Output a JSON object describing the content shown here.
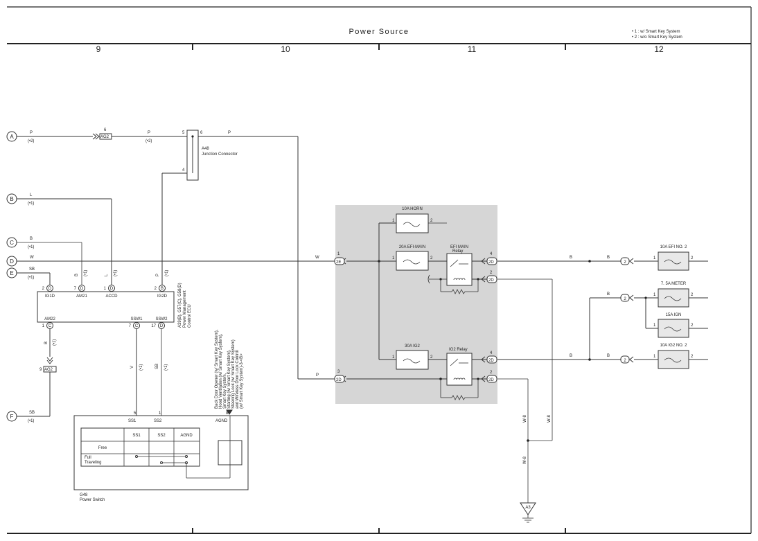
{
  "header": {
    "title": "Power Source",
    "notes": [
      "• 1 : w/ Smart Key System",
      "• 2 : w/o Smart Key System"
    ],
    "columns": [
      "9",
      "10",
      "11",
      "12"
    ]
  },
  "terminals": [
    "A",
    "B",
    "C",
    "D",
    "E",
    "F"
  ],
  "wires": {
    "P": "P",
    "L": "L",
    "B": "B",
    "W": "W",
    "SB": "SB",
    "V": "V",
    "W8": "W-8",
    "n1": "(•1)",
    "n2": "(•2)"
  },
  "connectors": {
    "ag2": "AG2",
    "a48": "A48",
    "a48_desc": "Junction Connector",
    "pins": {
      "six": "6",
      "five": "5",
      "four": "4",
      "one": "1",
      "two": "2",
      "three": "3",
      "seven": "7",
      "nine": "9",
      "eight": "8",
      "seventeen": "17"
    },
    "j2e": "2E",
    "j2d": "2D",
    "j2": "2",
    "ground": "A3"
  },
  "ecu": {
    "pins_top": [
      {
        "num": "2",
        "letter": "D",
        "name": "IG1D"
      },
      {
        "num": "7",
        "letter": "D",
        "name": "AM21"
      },
      {
        "num": "1",
        "letter": "D",
        "name": "ACCD"
      },
      {
        "num": "2",
        "letter": "B",
        "name": "IG2D"
      }
    ],
    "pins_bottom": [
      {
        "num": "1",
        "letter": "C",
        "name": "AM22"
      },
      {
        "num": "7",
        "letter": "C",
        "name": "SSW1"
      },
      {
        "num": "17",
        "letter": "D",
        "name": "SSW2"
      }
    ],
    "label_lines": [
      "A39(B), G57(C), G58(D)",
      "Power Management",
      "Control ECU"
    ]
  },
  "power_switch": {
    "id": "G48",
    "name": "Power Switch",
    "pin_names": [
      "SS1",
      "SS2",
      "AGND"
    ],
    "rows": [
      "Free",
      "Full",
      "Traveling"
    ],
    "back_door_note": [
      "Back Door Opener (w/ Smart Key System),",
      "Hood Ventilation (w/ Smart Key System),",
      "Smart Key System,",
      "Starting (w/ Smart Key System),",
      "Steering Lock (w/ Smart Key System)",
      "and Wireless Door Lock Control",
      "(w/ Smart Key System)-3-<B>"
    ]
  },
  "fuses": {
    "horn": "10A HORN",
    "efi_main": "20A EFI-MAIN",
    "efi_main_relay": [
      "EFI MAIN",
      "Relay"
    ],
    "ig2": "30A IG2",
    "ig2_relay": "IG2 Relay",
    "efi_no2": "10A EFI NO. 2",
    "meter": "7. 5A METER",
    "ign": "15A IGN",
    "ig2_no2": "10A IG2 NO. 2"
  }
}
